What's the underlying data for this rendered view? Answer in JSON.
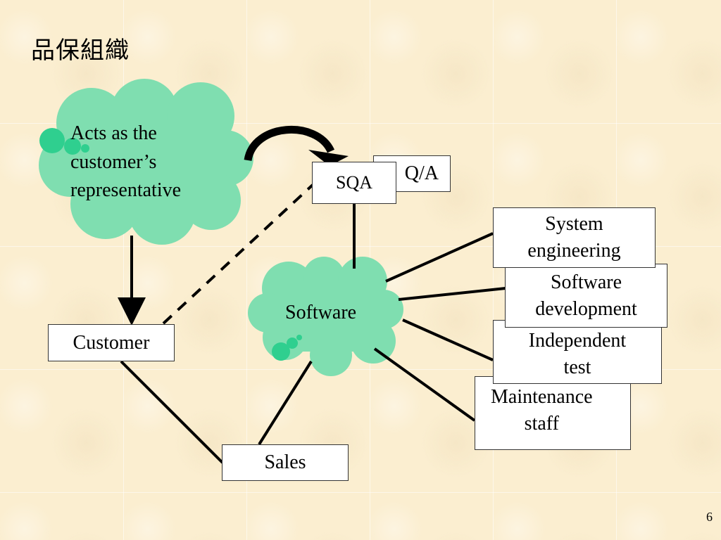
{
  "slide": {
    "title": "品保組織",
    "page_number": "6"
  },
  "diagram": {
    "cloud_customer_rep": {
      "lines": [
        "Acts as the",
        "customer’s",
        "representative"
      ]
    },
    "cloud_software": {
      "label": "Software"
    },
    "boxes": {
      "qa": "Q/A",
      "sqa": "SQA",
      "customer": "Customer",
      "sales": "Sales",
      "system_engineering": [
        "System",
        "engineering"
      ],
      "software_development": [
        "Software",
        "development"
      ],
      "independent_test": [
        "Independent",
        "test"
      ],
      "maintenance_staff": [
        "Maintenance",
        "staff"
      ]
    }
  },
  "colors": {
    "background": "#fbeed0",
    "cloud_fill": "#7fdeb0",
    "cloud_accent": "#2fcf8f",
    "line": "#000000",
    "box_fill": "#ffffff"
  }
}
